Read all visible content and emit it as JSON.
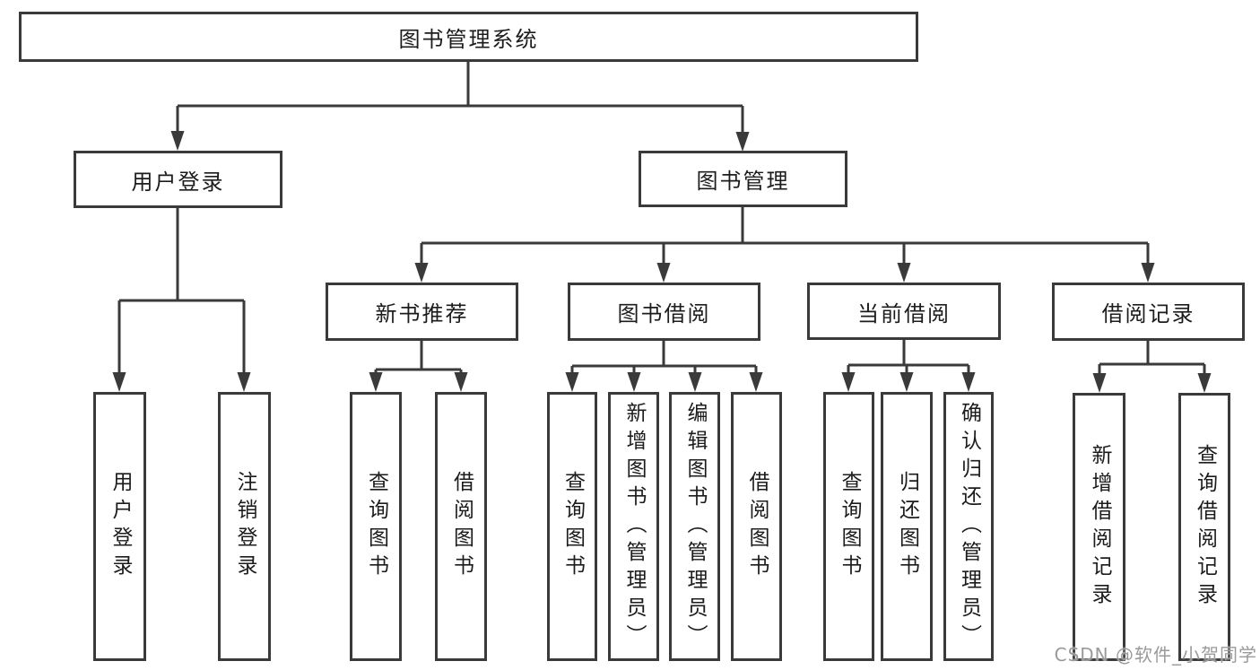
{
  "diagram": {
    "title": "图书管理系统",
    "colors": {
      "line": "#3a3a3a",
      "text": "#1c1c1c",
      "background": "#ffffff",
      "watermark": "#9a9a9a"
    },
    "root": {
      "label": "图书管理系统"
    },
    "level2": {
      "user_login": {
        "label": "用户登录"
      },
      "book_management": {
        "label": "图书管理"
      }
    },
    "level3": {
      "new_book_recommend": {
        "label": "新书推荐"
      },
      "book_borrow": {
        "label": "图书借阅"
      },
      "current_borrow": {
        "label": "当前借阅"
      },
      "borrow_record": {
        "label": "借阅记录"
      }
    },
    "leaves": {
      "user_login": [
        "用户登录",
        "注销登录"
      ],
      "new_book_recommend": [
        "查询图书",
        "借阅图书"
      ],
      "book_borrow": [
        "查询图书",
        "新增图书（管理员）",
        "编辑图书（管理员）",
        "借阅图书"
      ],
      "current_borrow": [
        "查询图书",
        "归还图书",
        "确认归还（管理员）"
      ],
      "borrow_record": [
        "新增借阅记录",
        "查询借阅记录"
      ]
    }
  },
  "watermark": {
    "text": "CSDN @软件_小贺同学"
  }
}
